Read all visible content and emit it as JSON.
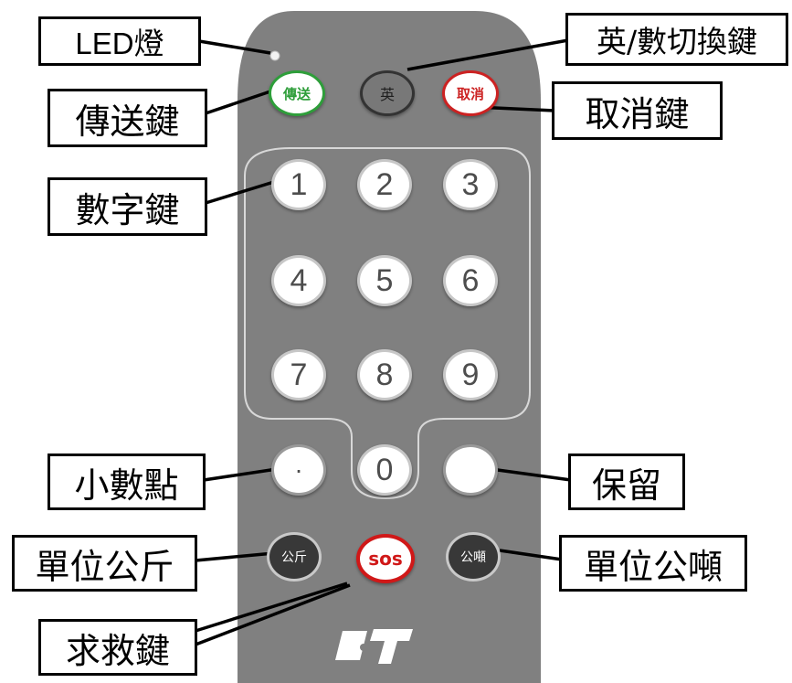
{
  "callouts": {
    "led": "LED燈",
    "send": "傳送鍵",
    "digits": "數字鍵",
    "decimal": "小數點",
    "unit_kg": "單位公斤",
    "sos": "求救鍵",
    "lang": "英/數切換鍵",
    "cancel": "取消鍵",
    "reserved": "保留",
    "unit_ton": "單位公噸"
  },
  "keys": {
    "send": "傳送",
    "lang": "英",
    "cancel": "取消",
    "digits": [
      "1",
      "2",
      "3",
      "4",
      "5",
      "6",
      "7",
      "8",
      "9"
    ],
    "decimal": "·",
    "zero": "0",
    "reserved": "",
    "kg": "公斤",
    "sos": "sos",
    "ton": "公噸"
  },
  "colors": {
    "device_body": "#808080",
    "send_green": "#2e9e3a",
    "cancel_red": "#cc2222",
    "sos_red": "#d01818",
    "lang_key": "#787878",
    "unit_key": "#383838"
  }
}
